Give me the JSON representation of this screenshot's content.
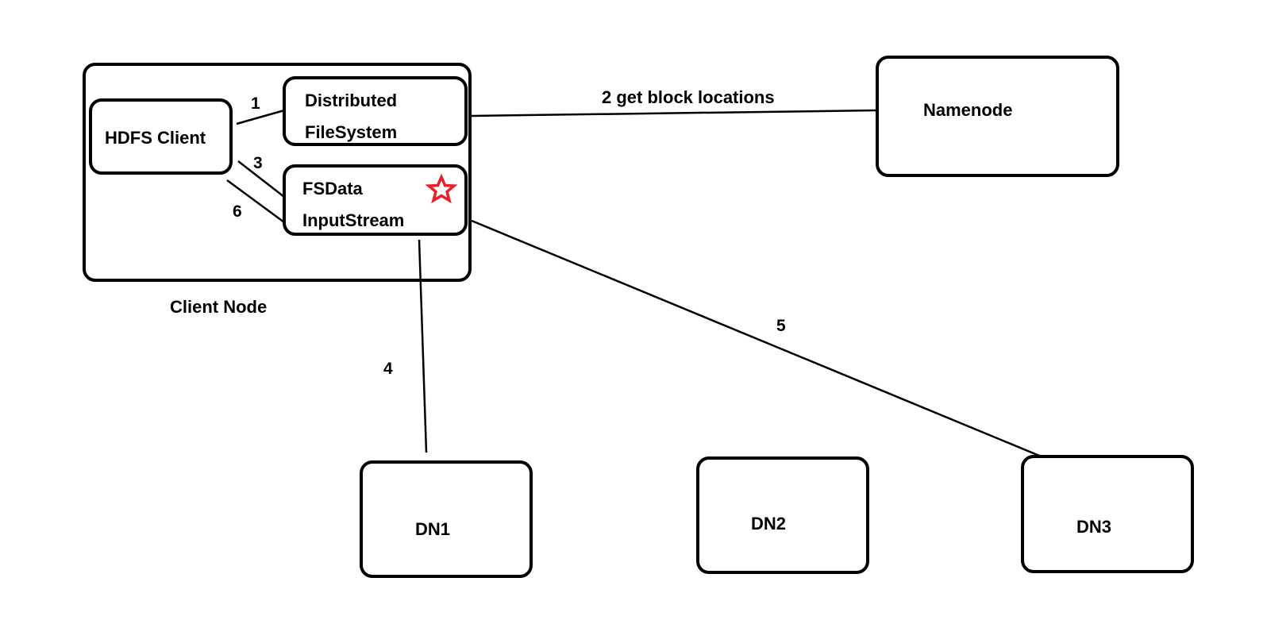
{
  "client_node": {
    "label": "Client Node",
    "hdfs_client": "HDFS Client",
    "distributed_fs": {
      "line1": "Distributed",
      "line2": "FileSystem"
    },
    "fsdata_input": {
      "line1": "FSData",
      "line2": "InputStream"
    }
  },
  "namenode": {
    "label": "Namenode"
  },
  "datanodes": [
    {
      "label": "DN1"
    },
    {
      "label": "DN2"
    },
    {
      "label": "DN3"
    }
  ],
  "steps": {
    "s1": "1",
    "s2": "2 get block locations",
    "s3": "3",
    "s4": "4",
    "s5": "5",
    "s6": "6"
  },
  "colors": {
    "stroke": "#000000",
    "star": "#e8202a"
  },
  "icons": {
    "star": "star-icon"
  }
}
